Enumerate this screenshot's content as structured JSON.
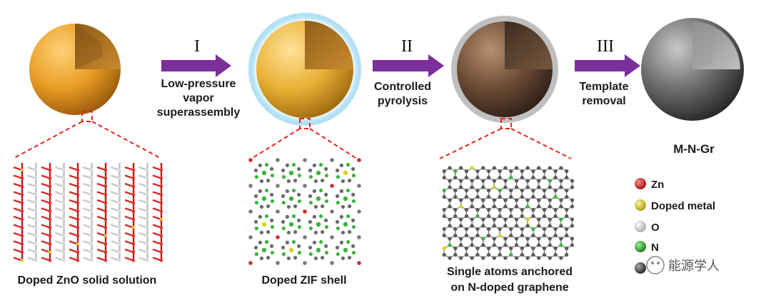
{
  "steps": [
    {
      "numeral": "I",
      "lines": [
        "Low-pressure",
        "vapor",
        "superassembly"
      ]
    },
    {
      "numeral": "II",
      "lines": [
        "Controlled",
        "pyrolysis"
      ]
    },
    {
      "numeral": "III",
      "lines": [
        "Template",
        "removal"
      ]
    }
  ],
  "structures": [
    {
      "label": [
        "Doped ZnO solid solution"
      ]
    },
    {
      "label": [
        "Doped ZIF shell"
      ]
    },
    {
      "label": [
        "Single atoms anchored",
        "on N-doped graphene"
      ]
    }
  ],
  "product_label": "M-N-Gr",
  "legend": [
    {
      "name": "Zn",
      "color": "#d42a2a"
    },
    {
      "name": "Doped metal",
      "color": "#d8c81e"
    },
    {
      "name": "O",
      "color": "#e8e8e8"
    },
    {
      "name": "N",
      "color": "#3cb43c"
    },
    {
      "name": "",
      "color": "#555555"
    }
  ],
  "watermark": "能源学人",
  "colors": {
    "arrow": "#7b2f9a",
    "zoom": "#e0281e",
    "zno": "#e49a1e",
    "zif_glow": "#9fd8f0",
    "carbon": "#6b5040",
    "product": "#6e6e6e"
  }
}
